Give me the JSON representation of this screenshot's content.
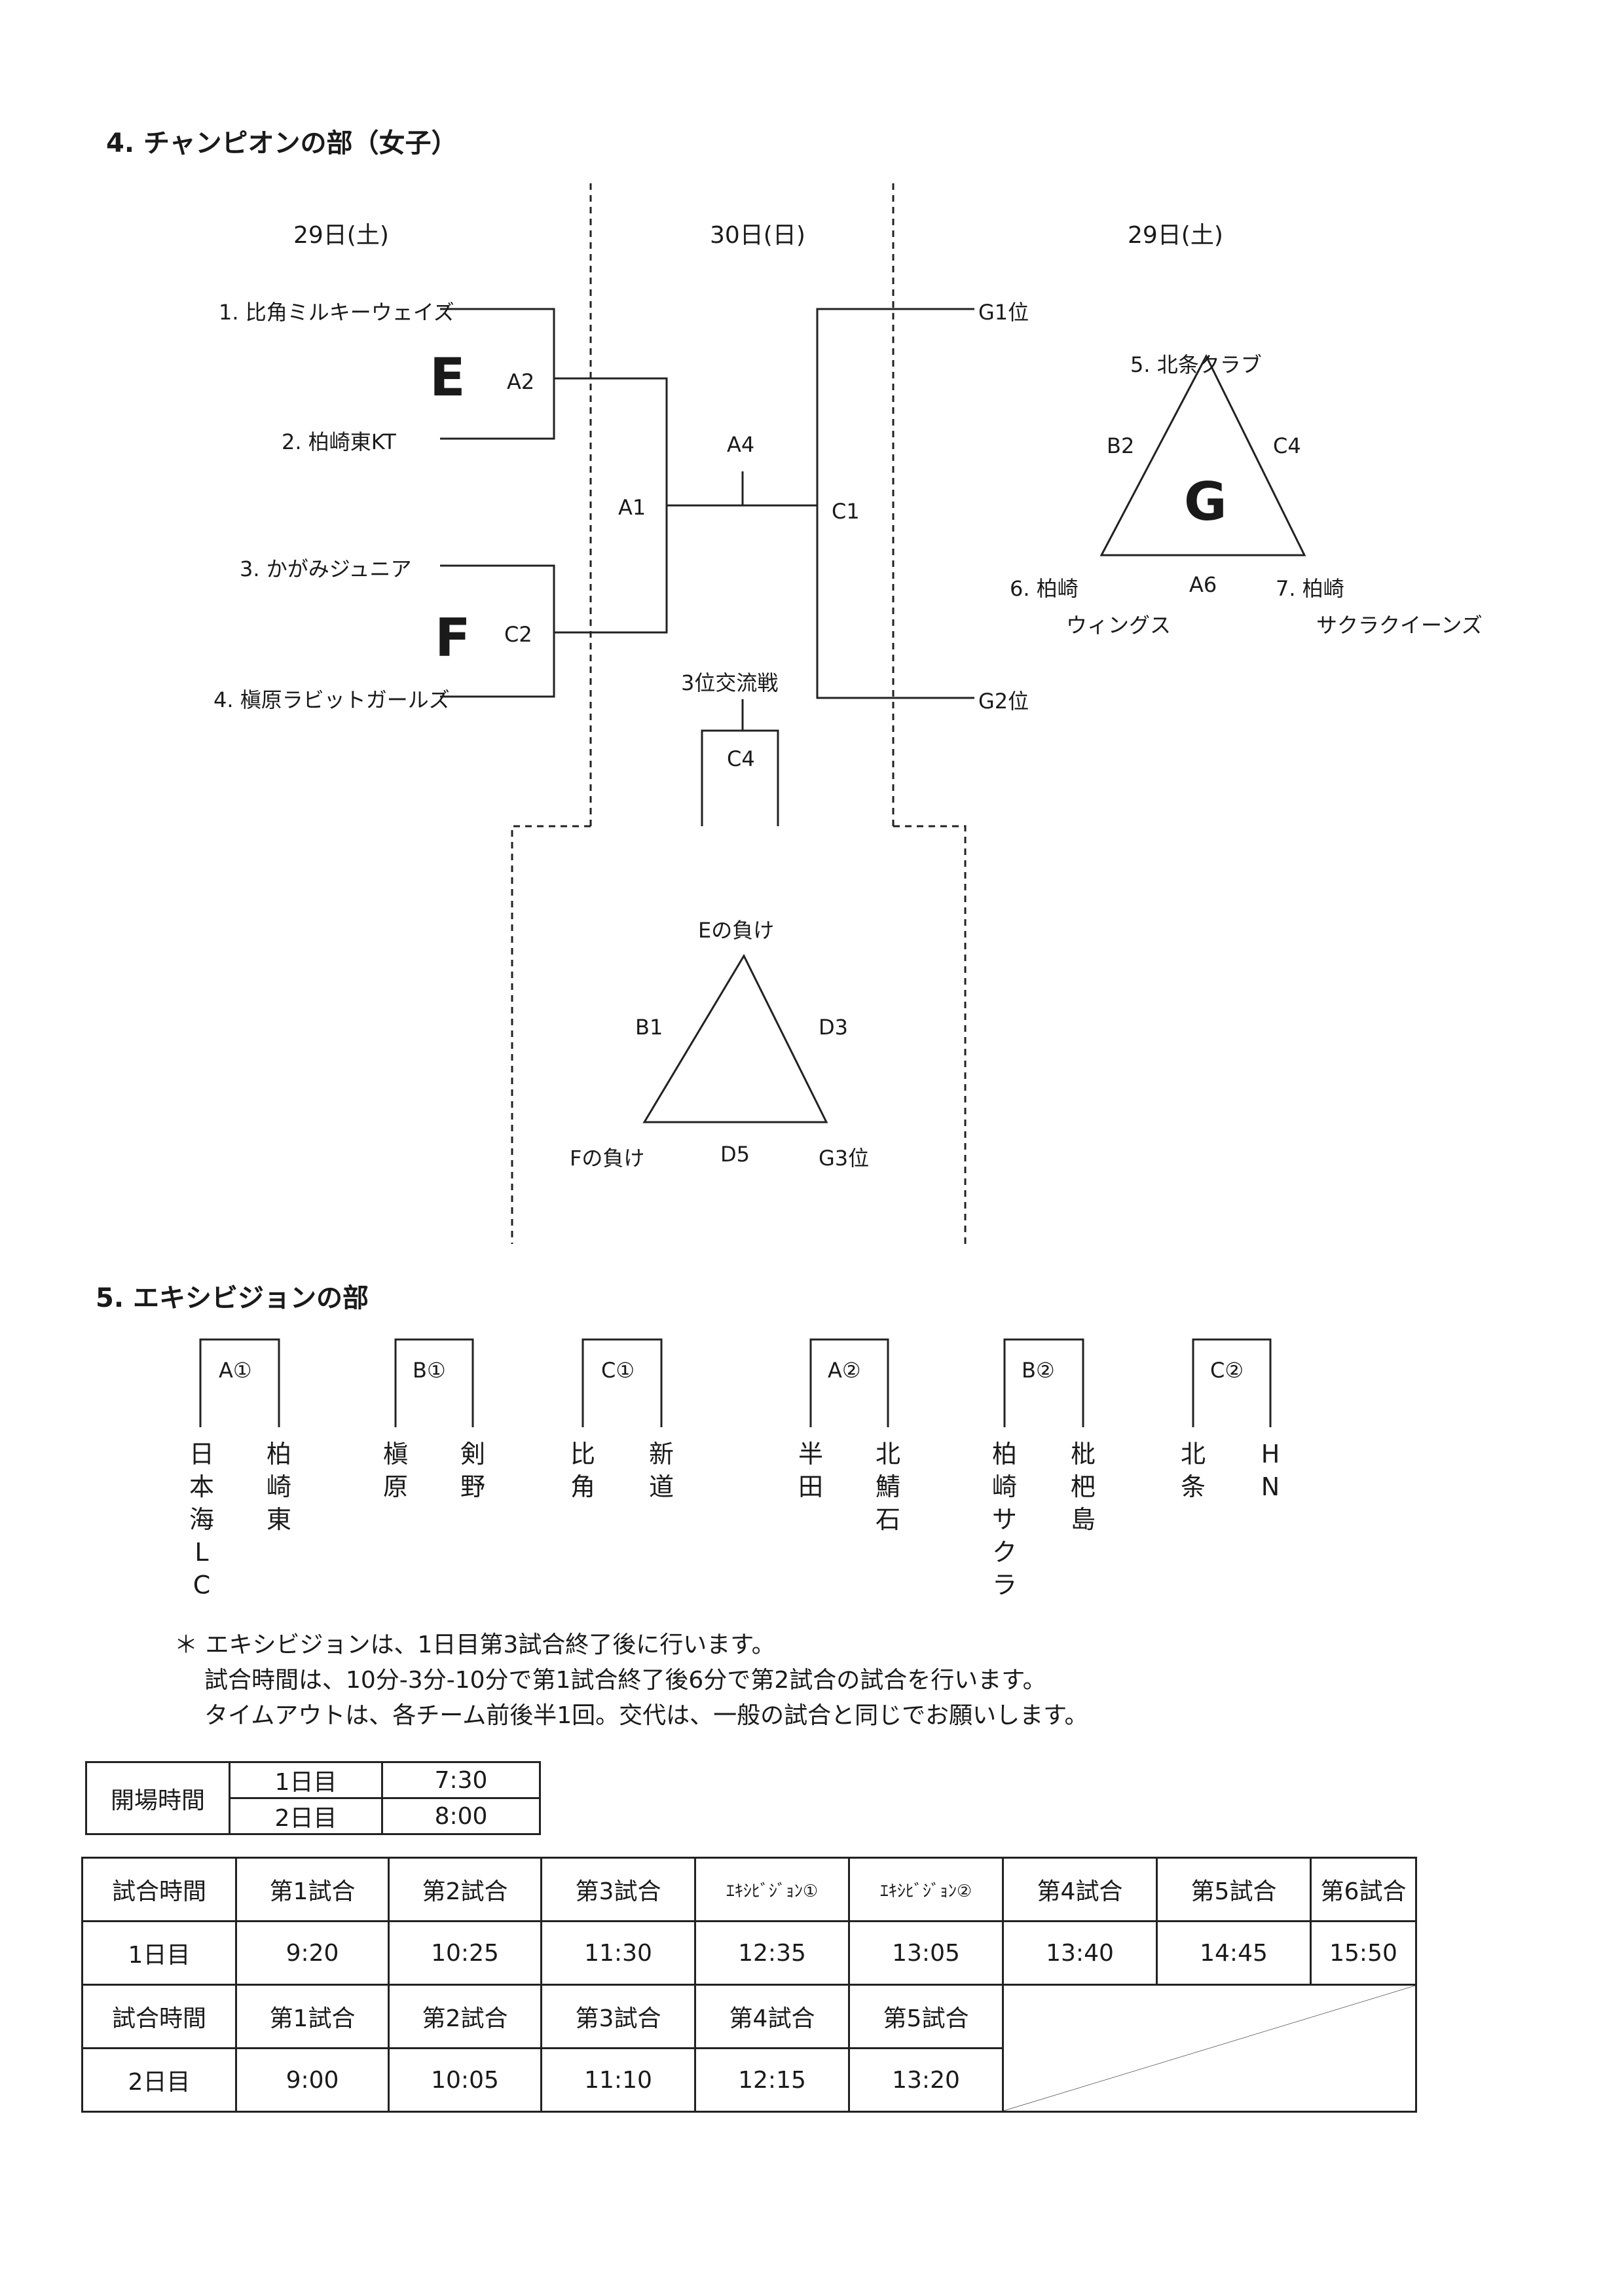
{
  "section4": {
    "title": "4. チャンピオンの部（女子）",
    "day_left": "29日(土)",
    "day_center": "30日(日)",
    "day_right": "29日(土)",
    "teams": [
      "1. 比角ミルキーウェイズ",
      "2. 柏崎東KT",
      "3. かがみジュニア",
      "4. 槇原ラビットガールズ"
    ],
    "block_e": "E",
    "block_f": "F",
    "block_g": "G",
    "match_a2": "A2",
    "match_c2": "C2",
    "match_a1": "A1",
    "match_a4": "A4",
    "match_c1": "C1",
    "g1": "G1位",
    "g2": "G2位",
    "third_place": "3位交流戦",
    "match_c4_bottom": "C4",
    "group_g": {
      "top": "5. 北条クラブ",
      "left_edge": "B2",
      "right_edge": "C4",
      "bottom_edge": "A6",
      "bl_1": "6. 柏崎",
      "bl_2": "ウィングス",
      "br_1": "7. 柏崎",
      "br_2": "サクラクイーンズ"
    },
    "losers": {
      "top": "Eの負け",
      "left_edge": "B1",
      "right_edge": "D3",
      "bottom_edge": "D5",
      "bottom_left": "Fの負け",
      "bottom_right": "G3位"
    }
  },
  "section5": {
    "title": "5. エキシビジョンの部",
    "matches": [
      {
        "label": "A①",
        "left": "日本海LC",
        "right": "柏崎東"
      },
      {
        "label": "B①",
        "left": "槇原",
        "right": "剣野"
      },
      {
        "label": "C①",
        "left": "比角",
        "right": "新道"
      },
      {
        "label": "A②",
        "left": "半田",
        "right": "北鯖石"
      },
      {
        "label": "B②",
        "left": "柏崎サクラ",
        "right": "枇杷島"
      },
      {
        "label": "C②",
        "left": "北条",
        "right": "HN"
      }
    ],
    "notes": [
      "＊ エキシビジョンは、1日目第3試合終了後に行います。",
      "試合時間は、10分-3分-10分で第1試合終了後6分で第2試合の試合を行います。",
      "タイムアウトは、各チーム前後半1回。交代は、一般の試合と同じでお願いします。"
    ]
  },
  "opening": {
    "label": "開場時間",
    "rows": [
      [
        "1日目",
        "7:30"
      ],
      [
        "2日目",
        "8:00"
      ]
    ]
  },
  "schedule": {
    "day1_header": [
      "試合時間",
      "第1試合",
      "第2試合",
      "第3試合",
      "ｴｷｼﾋﾞｼﾞｮﾝ①",
      "ｴｷｼﾋﾞｼﾞｮﾝ②",
      "第4試合",
      "第5試合",
      "第6試合"
    ],
    "day1_times": [
      "1日目",
      "9:20",
      "10:25",
      "11:30",
      "12:35",
      "13:05",
      "13:40",
      "14:45",
      "15:50"
    ],
    "day2_header": [
      "試合時間",
      "第1試合",
      "第2試合",
      "第3試合",
      "第4試合",
      "第5試合"
    ],
    "day2_times": [
      "2日目",
      "9:00",
      "10:05",
      "11:10",
      "12:15",
      "13:20"
    ]
  }
}
